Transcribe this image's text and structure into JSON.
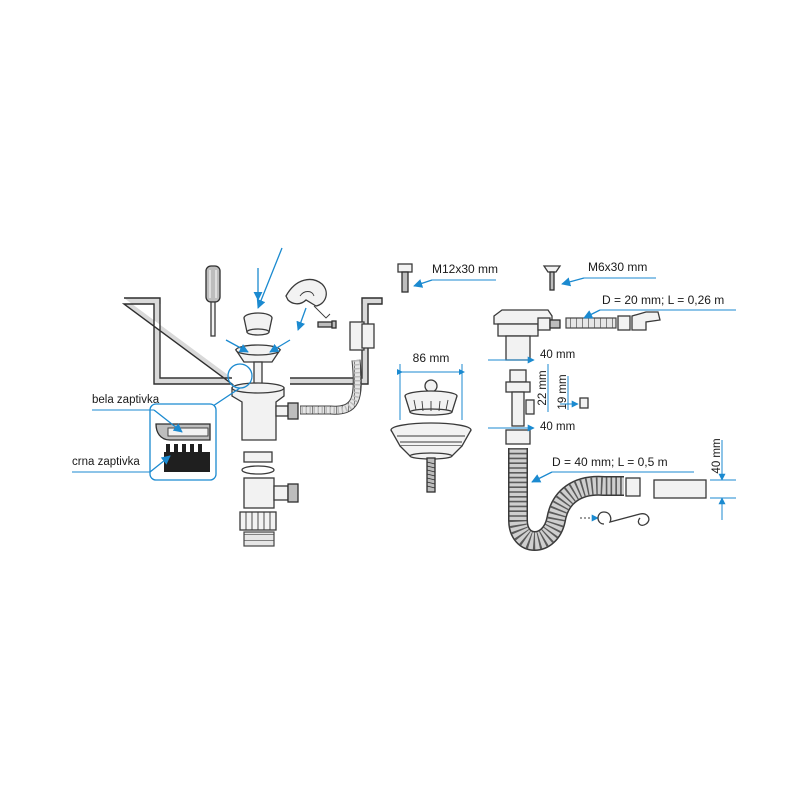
{
  "labels": {
    "bela_zaptivka": "bela zaptivka",
    "crna_zaptivka": "crna zaptivka",
    "width_86": "86 mm",
    "screw_m12": "M12x30 mm",
    "screw_m6": "M6x30 mm",
    "overflow_hose": "D = 20 mm; L = 0,26 m",
    "dim_40_top": "40 mm",
    "dim_22": "22 mm",
    "dim_19": "19 mm",
    "dim_40_mid": "40 mm",
    "siphon_hose": "D = 40 mm; L = 0,5 m",
    "dim_40_right": "40 mm"
  },
  "colors": {
    "accent": "#1b8ad0",
    "outline": "#3a3a3a",
    "part_fill": "#f2f2f2",
    "dark_fill": "#bdbdbd"
  }
}
